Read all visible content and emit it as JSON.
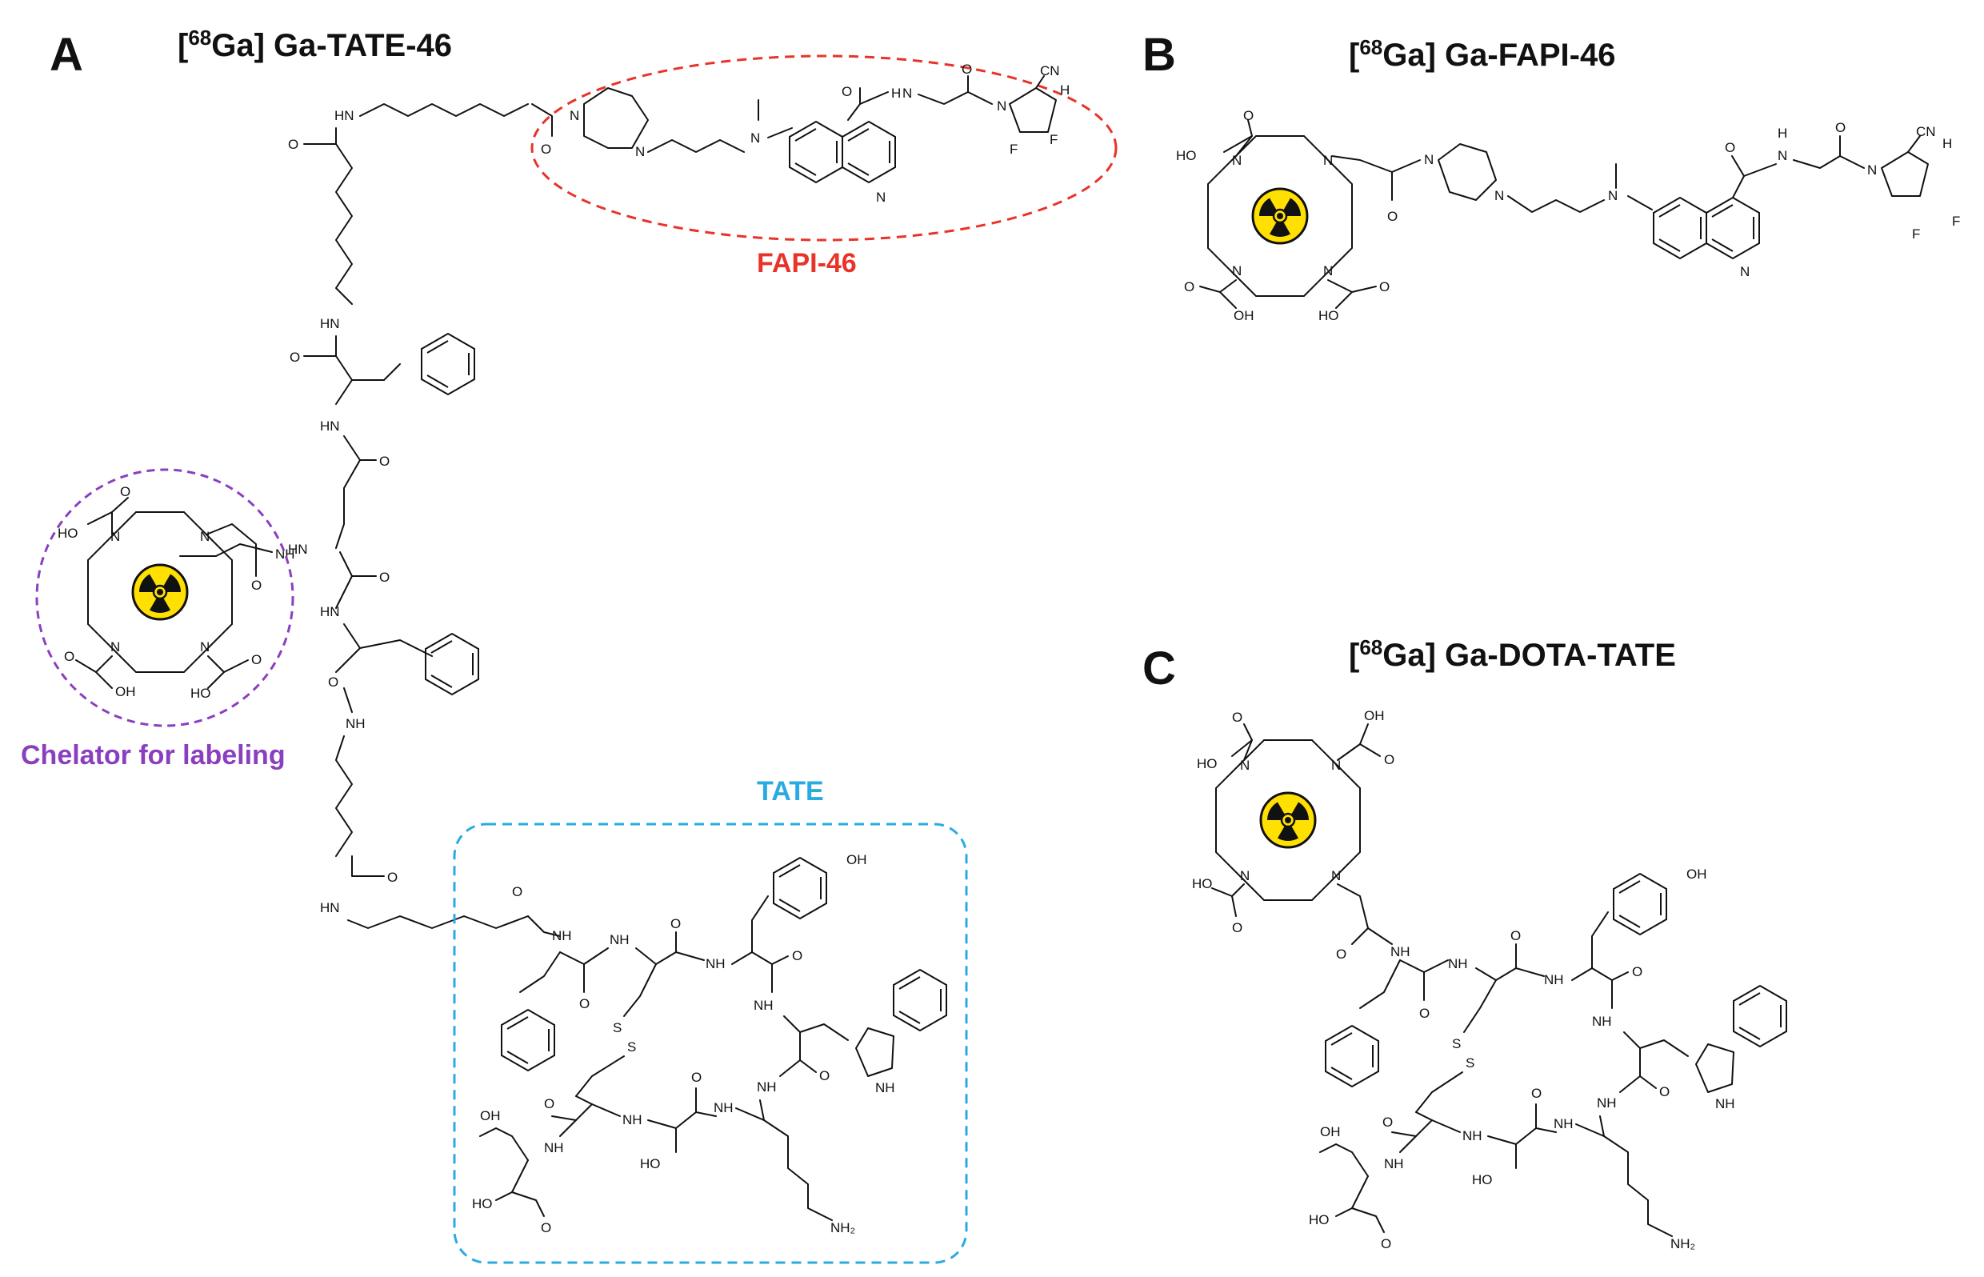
{
  "panels": {
    "a": {
      "letter": "A",
      "title_iso": "68",
      "title_pre": "[",
      "title_post": "Ga] Ga-TATE-46"
    },
    "b": {
      "letter": "B",
      "title_iso": "68",
      "title_pre": "[",
      "title_post": "Ga] Ga-FAPI-46"
    },
    "c": {
      "letter": "C",
      "title_iso": "68",
      "title_pre": "[",
      "title_post": "Ga] Ga-DOTA-TATE"
    }
  },
  "regions": {
    "fapi": {
      "label": "FAPI-46",
      "color": "#e8332a"
    },
    "chelator": {
      "label": "Chelator for labeling",
      "color": "#8a3fc0"
    },
    "tate": {
      "label": "TATE",
      "color": "#29abe2"
    }
  },
  "atoms": {
    "HN": "HN",
    "NH": "NH",
    "N": "N",
    "O": "O",
    "F": "F",
    "CN": "CN",
    "H": "H",
    "HO": "HO",
    "OH": "OH",
    "NH2": "NH₂",
    "S": "S"
  },
  "icons": {
    "radiation": "radiation-hazard-icon",
    "radiation_color": "#ffe000"
  }
}
